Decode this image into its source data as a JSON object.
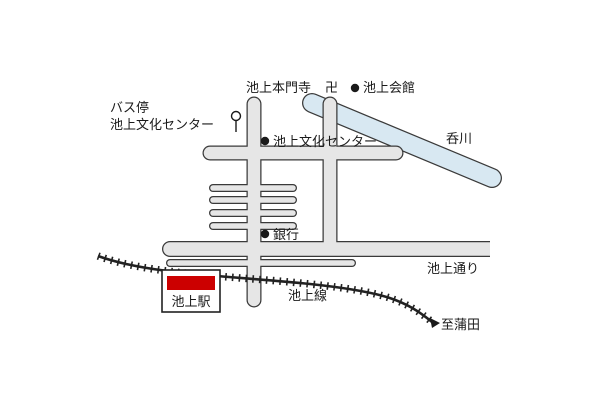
{
  "labels": {
    "temple": "池上本門寺",
    "temple_symbol": "卍",
    "kaikan": "池上会館",
    "bus_stop_line1": "バス停",
    "bus_stop_line2": "池上文化センター",
    "bunka_center": "池上文化センター",
    "river": "呑川",
    "bank": "銀行",
    "ikegami_dori": "池上通り",
    "ikegami_line": "池上線",
    "to_kamata": "至蒲田",
    "station": "池上駅"
  },
  "colors": {
    "road_fill": "#e6e6e6",
    "road_outline": "#3a3a3a",
    "river": "#d8e8f2",
    "rail": "#222222",
    "station_mark": "#cc0000",
    "text": "#1a1a1a"
  },
  "icons": {
    "poi_marker": "filled-dot",
    "bus_stop": "bus-stop-sign-icon",
    "temple": "manji-icon"
  }
}
